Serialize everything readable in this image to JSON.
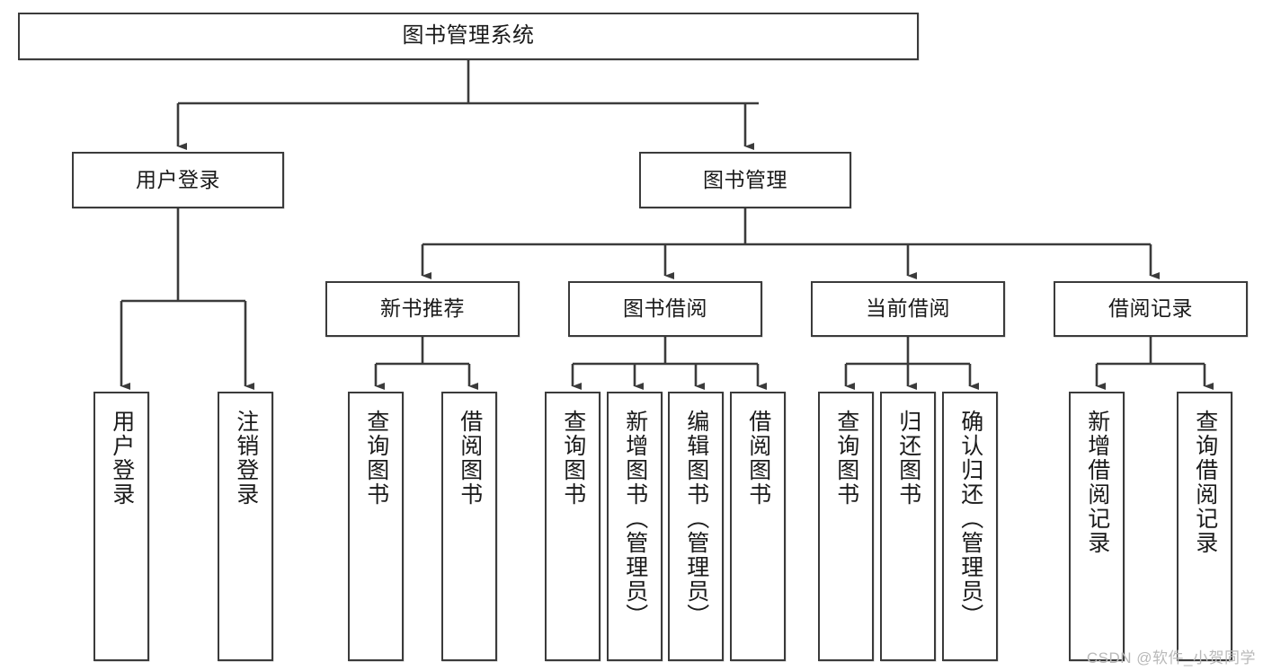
{
  "diagram": {
    "title": "图书管理系统",
    "type": "功能结构图",
    "watermark": "CSDN @软件_小贺同学",
    "colors": {
      "stroke": "#3b3b3b",
      "fill": "#ffffff",
      "text": "#1a1a1a",
      "watermark": "#b9b9b9"
    },
    "levels": {
      "root": {
        "label": "图书管理系统"
      },
      "level2": [
        {
          "label": "用户登录"
        },
        {
          "label": "图书管理"
        }
      ],
      "level3": [
        {
          "label": "新书推荐"
        },
        {
          "label": "图书借阅"
        },
        {
          "label": "当前借阅"
        },
        {
          "label": "借阅记录"
        }
      ],
      "leaves": [
        {
          "label": "用户登录",
          "parent": "用户登录"
        },
        {
          "label": "注销登录",
          "parent": "用户登录"
        },
        {
          "label": "查询图书",
          "parent": "新书推荐"
        },
        {
          "label": "借阅图书",
          "parent": "新书推荐"
        },
        {
          "label": "查询图书",
          "parent": "图书借阅"
        },
        {
          "label": "新增图书（管理员）",
          "parent": "图书借阅"
        },
        {
          "label": "编辑图书（管理员）",
          "parent": "图书借阅"
        },
        {
          "label": "借阅图书",
          "parent": "图书借阅"
        },
        {
          "label": "查询图书",
          "parent": "当前借阅"
        },
        {
          "label": "归还图书",
          "parent": "当前借阅"
        },
        {
          "label": "确认归还（管理员）",
          "parent": "当前借阅"
        },
        {
          "label": "新增借阅记录",
          "parent": "借阅记录"
        },
        {
          "label": "查询借阅记录",
          "parent": "借阅记录"
        }
      ]
    }
  }
}
